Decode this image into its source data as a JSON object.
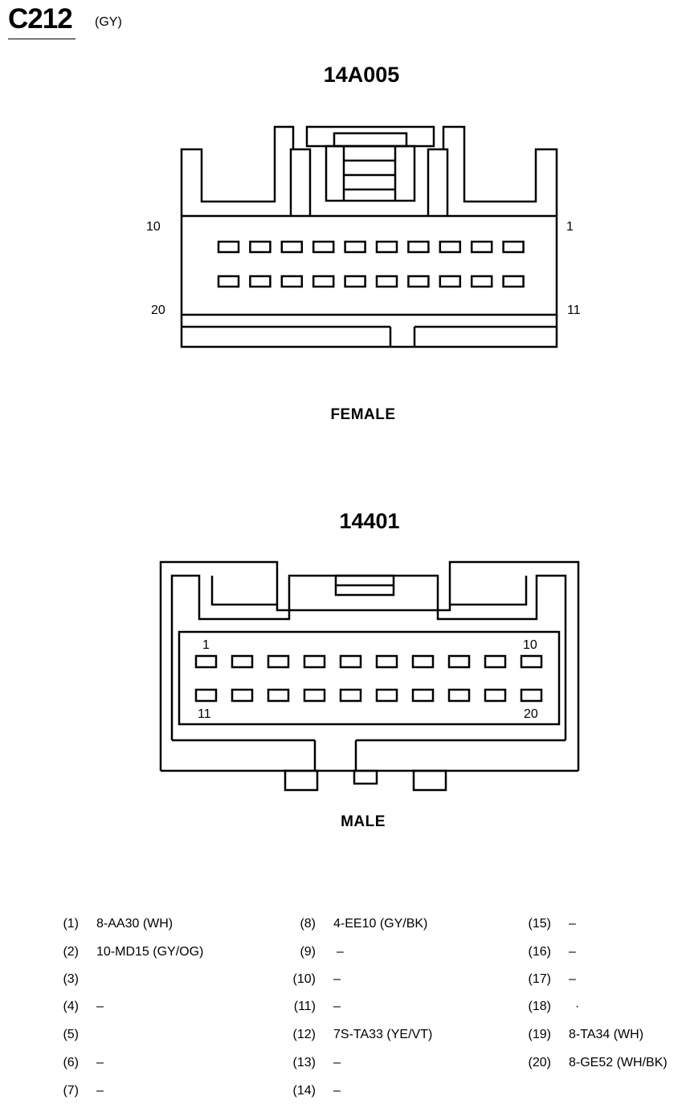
{
  "header": {
    "connector_id": "C212",
    "color_code": "(GY)"
  },
  "connectors": {
    "female": {
      "part_number": "14A005",
      "gender": "FEMALE",
      "pin_labels": {
        "top_left": "10",
        "top_right": "1",
        "bottom_left": "20",
        "bottom_right": "11"
      }
    },
    "male": {
      "part_number": "14401",
      "gender": "MALE",
      "pin_labels": {
        "top_left": "1",
        "top_right": "10",
        "bottom_left": "11",
        "bottom_right": "20"
      }
    }
  },
  "pins": [
    {
      "num": "(1)",
      "circuit": "8-AA30 (WH)"
    },
    {
      "num": "(2)",
      "circuit": "10-MD15 (GY/OG)"
    },
    {
      "num": "(3)",
      "circuit": ""
    },
    {
      "num": "(4)",
      "circuit": "–"
    },
    {
      "num": "(5)",
      "circuit": ""
    },
    {
      "num": "(6)",
      "circuit": "–"
    },
    {
      "num": "(7)",
      "circuit": "–"
    },
    {
      "num": "(8)",
      "circuit": "4-EE10 (GY/BK)"
    },
    {
      "num": "(9)",
      "circuit": "–"
    },
    {
      "num": "(10)",
      "circuit": "–"
    },
    {
      "num": "(11)",
      "circuit": "–"
    },
    {
      "num": "(12)",
      "circuit": "7S-TA33 (YE/VT)"
    },
    {
      "num": "(13)",
      "circuit": "–"
    },
    {
      "num": "(14)",
      "circuit": "–"
    },
    {
      "num": "(15)",
      "circuit": "–"
    },
    {
      "num": "(16)",
      "circuit": "–"
    },
    {
      "num": "(17)",
      "circuit": "–"
    },
    {
      "num": "(18)",
      "circuit": "·"
    },
    {
      "num": "(19)",
      "circuit": "8-TA34 (WH)"
    },
    {
      "num": "(20)",
      "circuit": "8-GE52 (WH/BK)"
    }
  ]
}
